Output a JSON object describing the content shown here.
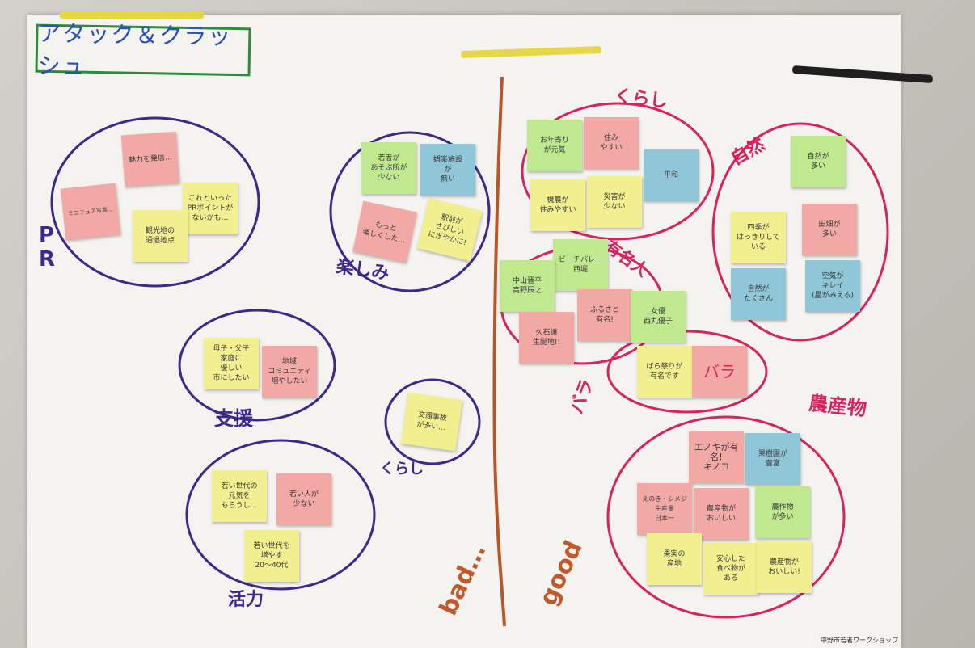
{
  "board": {
    "title": "アタック＆クラッシュ",
    "footer": "中野市若者ワークショップ"
  },
  "labels": {
    "pr": "P R",
    "tanoshimi": "楽しみ",
    "shien": "支援",
    "kurashi_left": "くらし",
    "katsuryoku": "活力",
    "bad": "bad…",
    "good": "good",
    "kurashi_right": "くらし",
    "shizen": "自然",
    "yuumeijin": "有名人",
    "bara": "バラ",
    "nousanbutsu": "農産物"
  },
  "notes": {
    "pr1": "魅力を発信…",
    "pr2": "ミニチュア写真…",
    "pr3": "これといった\nPRポイントが\nないかも…",
    "pr4": "観光地の\n通過地点",
    "tn1": "若者が\nあそぶ所が\n少ない",
    "tn2": "娯楽施設\nが\n無い",
    "tn3": "もっと\n楽しくした…",
    "tn4": "駅前が\nさびしい\nにぎやかに!",
    "sh1": "母子・父子\n家庭に\n優しい\n市にしたい",
    "sh2": "地域\nコミュニティ\n増やしたい",
    "ku1": "交通事故\nが多い…",
    "ka1": "若い世代の\n元気を\nもらうし…",
    "ka2": "若い人が\n少ない",
    "ka3": "若い世代を\n増やす\n20〜40代",
    "gk1": "お年寄り\nが元気",
    "gk2": "住み\nやすい",
    "gk3": "平和",
    "gk4": "機農が\n住みやすい",
    "gk5": "災害が\n少ない",
    "sz1": "自然が\n多い",
    "sz2": "四季が\nはっきりしている",
    "sz3": "田畑が\n多い",
    "sz4": "自然が\nたくさん",
    "sz5": "空気が\nキレイ\n(星がみえる)",
    "ym1": "ビーチバレー\n西堀",
    "ym2": "中山晋平\n高野辰之",
    "ym3": "ふるさと\n有名!",
    "ym4": "女優\n西丸優子",
    "ym5": "久石譲\n生誕地!!",
    "br1": "ばら祭りが\n有名です",
    "br2": "バラ",
    "ns1": "エノキが有名!\nキノコ",
    "ns2": "果樹園が\n豊富",
    "ns3": "えのき・シメジ\n生産量\n日本一",
    "ns4": "農産物が\nおいしい",
    "ns5": "農作物\nが多い",
    "ns6": "果実の\n産地",
    "ns7": "安心した\n食べ物が\nある",
    "ns8": "農産物が\nおいしい!"
  },
  "colors": {
    "purple_ink": "#3b2a8a",
    "magenta_ink": "#d6245f",
    "brown_ink": "#b8562a",
    "title_box": "#2e8b3e",
    "title_text": "#2a4fb8"
  }
}
